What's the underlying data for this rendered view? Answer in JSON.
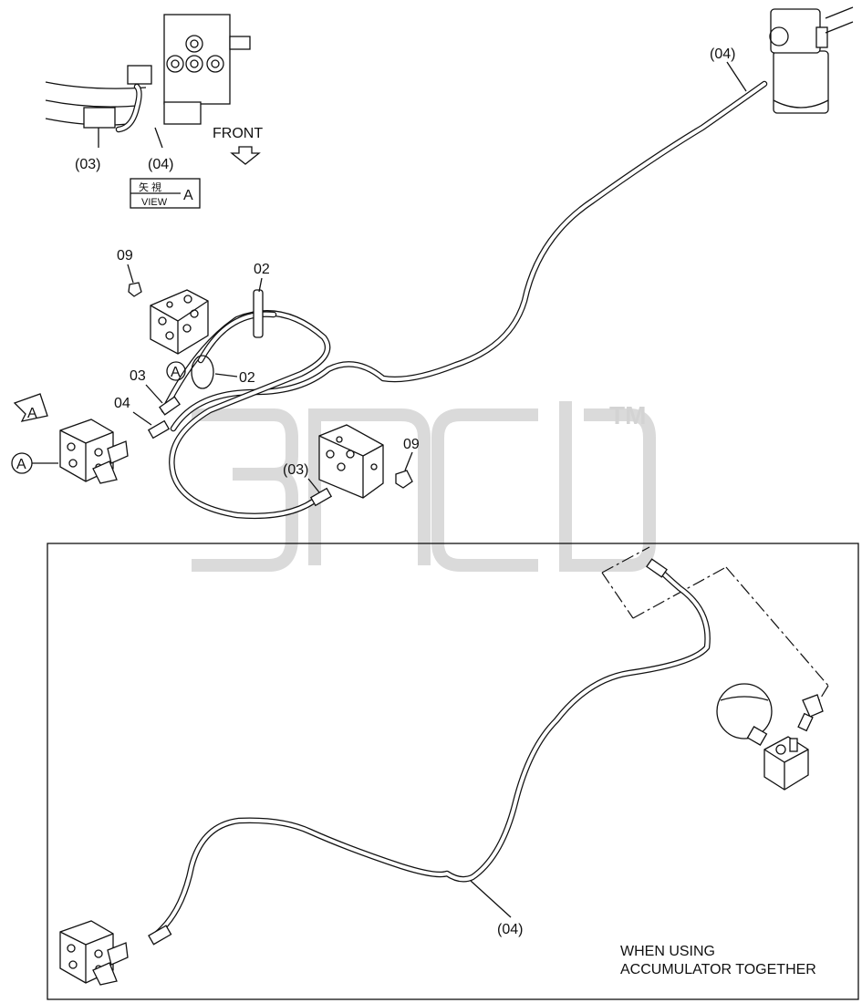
{
  "view_label": {
    "kanji": "矢 視",
    "view": "VIEW",
    "letter": "A"
  },
  "front_label": "FRONT",
  "callouts": {
    "view_hose_03": "(03)",
    "view_hose_04": "(04)",
    "top_right_04": "(04)",
    "plug_09_left": "09",
    "clamp_02_top": "02",
    "clamp_02_mid": "02",
    "part_03": "03",
    "part_04": "04",
    "hose_03_mid": "(03)",
    "plug_09_right": "09",
    "inset_04": "(04)"
  },
  "circle_markers": [
    "A",
    "A"
  ],
  "view_arrow_marker": "A",
  "inset_note": [
    "WHEN USING",
    "ACCUMULATOR TOGETHER"
  ],
  "watermark": {
    "trademark": "TM"
  }
}
